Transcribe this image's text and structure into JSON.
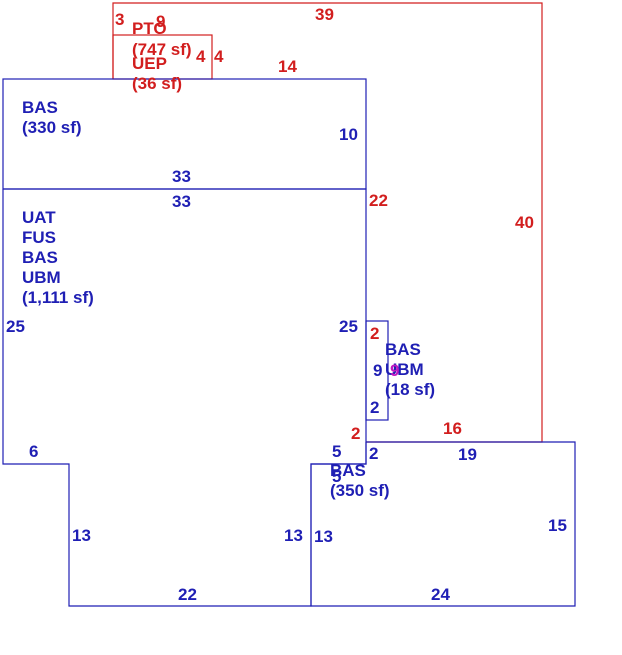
{
  "colors": {
    "blue": "#1f1fb4",
    "red": "#d21e1e",
    "magenta": "#c018c0",
    "background": "#ffffff"
  },
  "areas": {
    "pto": {
      "lines": [
        "PTO",
        "(747 sf)"
      ]
    },
    "uep": {
      "lines": [
        "UEP",
        "(36 sf)"
      ]
    },
    "bas_top": {
      "lines": [
        "BAS",
        "(330 sf)"
      ]
    },
    "main": {
      "lines": [
        "UAT",
        "FUS",
        "BAS",
        "UBM",
        "(1,111 sf)"
      ]
    },
    "small": {
      "lines": [
        "BAS",
        "UBM",
        "(18 sf)"
      ]
    },
    "bas_right": {
      "lines": [
        "BAS",
        "(350 sf)"
      ]
    }
  },
  "dimensions": {
    "pto_top": "39",
    "pto_right": "40",
    "pto_left": "3",
    "uep_top": "9",
    "uep_side": "4",
    "uep_side_outer": "4",
    "pto_bottom": "14",
    "pto_inner": "22",
    "pto_lower": "16",
    "pto_corner": "2",
    "small_top": "2",
    "small_magenta": "9",
    "bas_top_right": "10",
    "bas_top_bottom": "33",
    "main_top": "33",
    "main_left": "25",
    "main_right": "25",
    "main_notch_left": "6",
    "main_lower_left": "13",
    "main_bottom": "22",
    "main_lower_right": "13",
    "small_left": "9",
    "small_bottom": "2",
    "right_step": "2",
    "right_notch": "5",
    "right_notch_inner": "5",
    "right_left": "13",
    "right_top": "19",
    "right_right": "15",
    "right_bottom": "24"
  }
}
